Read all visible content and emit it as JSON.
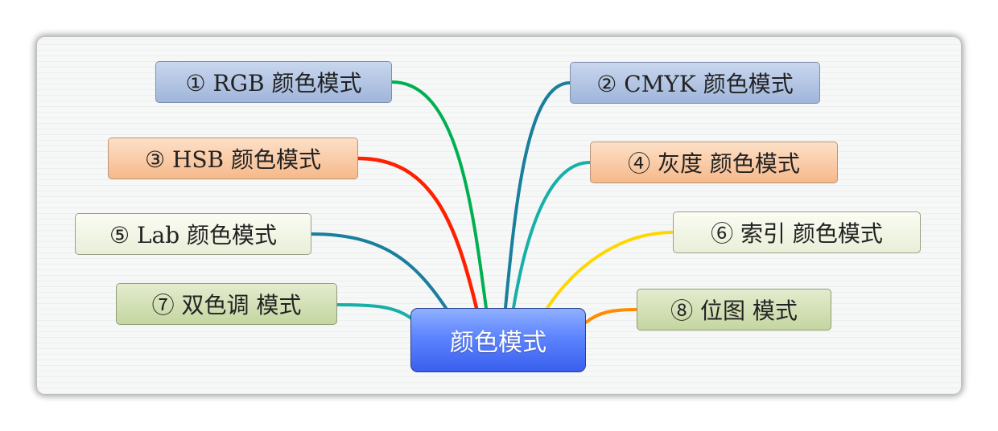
{
  "root": {
    "label": "颜色模式"
  },
  "branches": [
    {
      "id": "rgb",
      "label": "① RGB 颜色模式",
      "color": "#00b050"
    },
    {
      "id": "cmyk",
      "label": "② CMYK 颜色模式",
      "color": "#1a7f9c"
    },
    {
      "id": "hsb",
      "label": "③ HSB 颜色模式",
      "color": "#ff2000"
    },
    {
      "id": "gray",
      "label": "④ 灰度 颜色模式",
      "color": "#17b0a8"
    },
    {
      "id": "lab",
      "label": "⑤ Lab 颜色模式",
      "color": "#1a7f9c"
    },
    {
      "id": "index",
      "label": "⑥ 索引 颜色模式",
      "color": "#ffd700"
    },
    {
      "id": "duo",
      "label": "⑦ 双色调 模式",
      "color": "#17b0a8"
    },
    {
      "id": "bitmap",
      "label": "⑧ 位图 模式",
      "color": "#ff8c00"
    }
  ]
}
